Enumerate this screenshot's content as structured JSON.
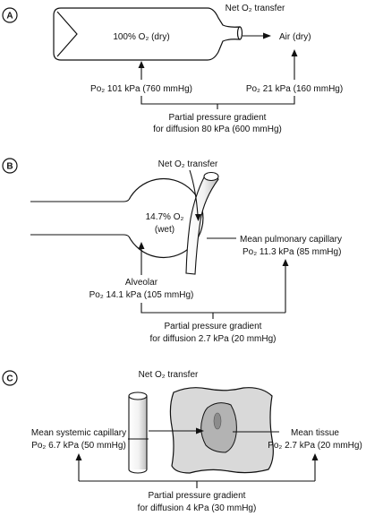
{
  "panels": {
    "a": {
      "letter": "A",
      "flow": "Net O₂ transfer",
      "content": "100% O₂ (dry)",
      "outside": "Air (dry)",
      "left_p": "Po₂ 101 kPa (760 mmHg)",
      "right_p": "Po₂ 21 kPa (160 mmHg)",
      "grad1": "Partial pressure gradient",
      "grad2": "for diffusion 80 kPa (600 mmHg)"
    },
    "b": {
      "letter": "B",
      "flow": "Net O₂ transfer",
      "content1": "14.7% O₂",
      "content2": "(wet)",
      "cap1": "Mean pulmonary capillary",
      "cap2": "Po₂ 11.3 kPa (85 mmHg)",
      "alv1": "Alveolar",
      "alv2": "Po₂ 14.1 kPa (105 mmHg)",
      "grad1": "Partial pressure gradient",
      "grad2": "for diffusion 2.7 kPa (20 mmHg)"
    },
    "c": {
      "letter": "C",
      "flow": "Net O₂ transfer",
      "cap1": "Mean systemic capillary",
      "cap2": "Po₂ 6.7 kPa (50 mmHg)",
      "tis1": "Mean tissue",
      "tis2": "Po₂ 2.7 kPa (20 mmHg)",
      "grad1": "Partial pressure gradient",
      "grad2": "for diffusion 4 kPa (30 mmHg)"
    }
  },
  "colors": {
    "line": "#111111",
    "tissue_fill": "#d9d9d9",
    "cell_fill": "#b3b3b3",
    "nucleus_fill": "#8c8c8c"
  }
}
